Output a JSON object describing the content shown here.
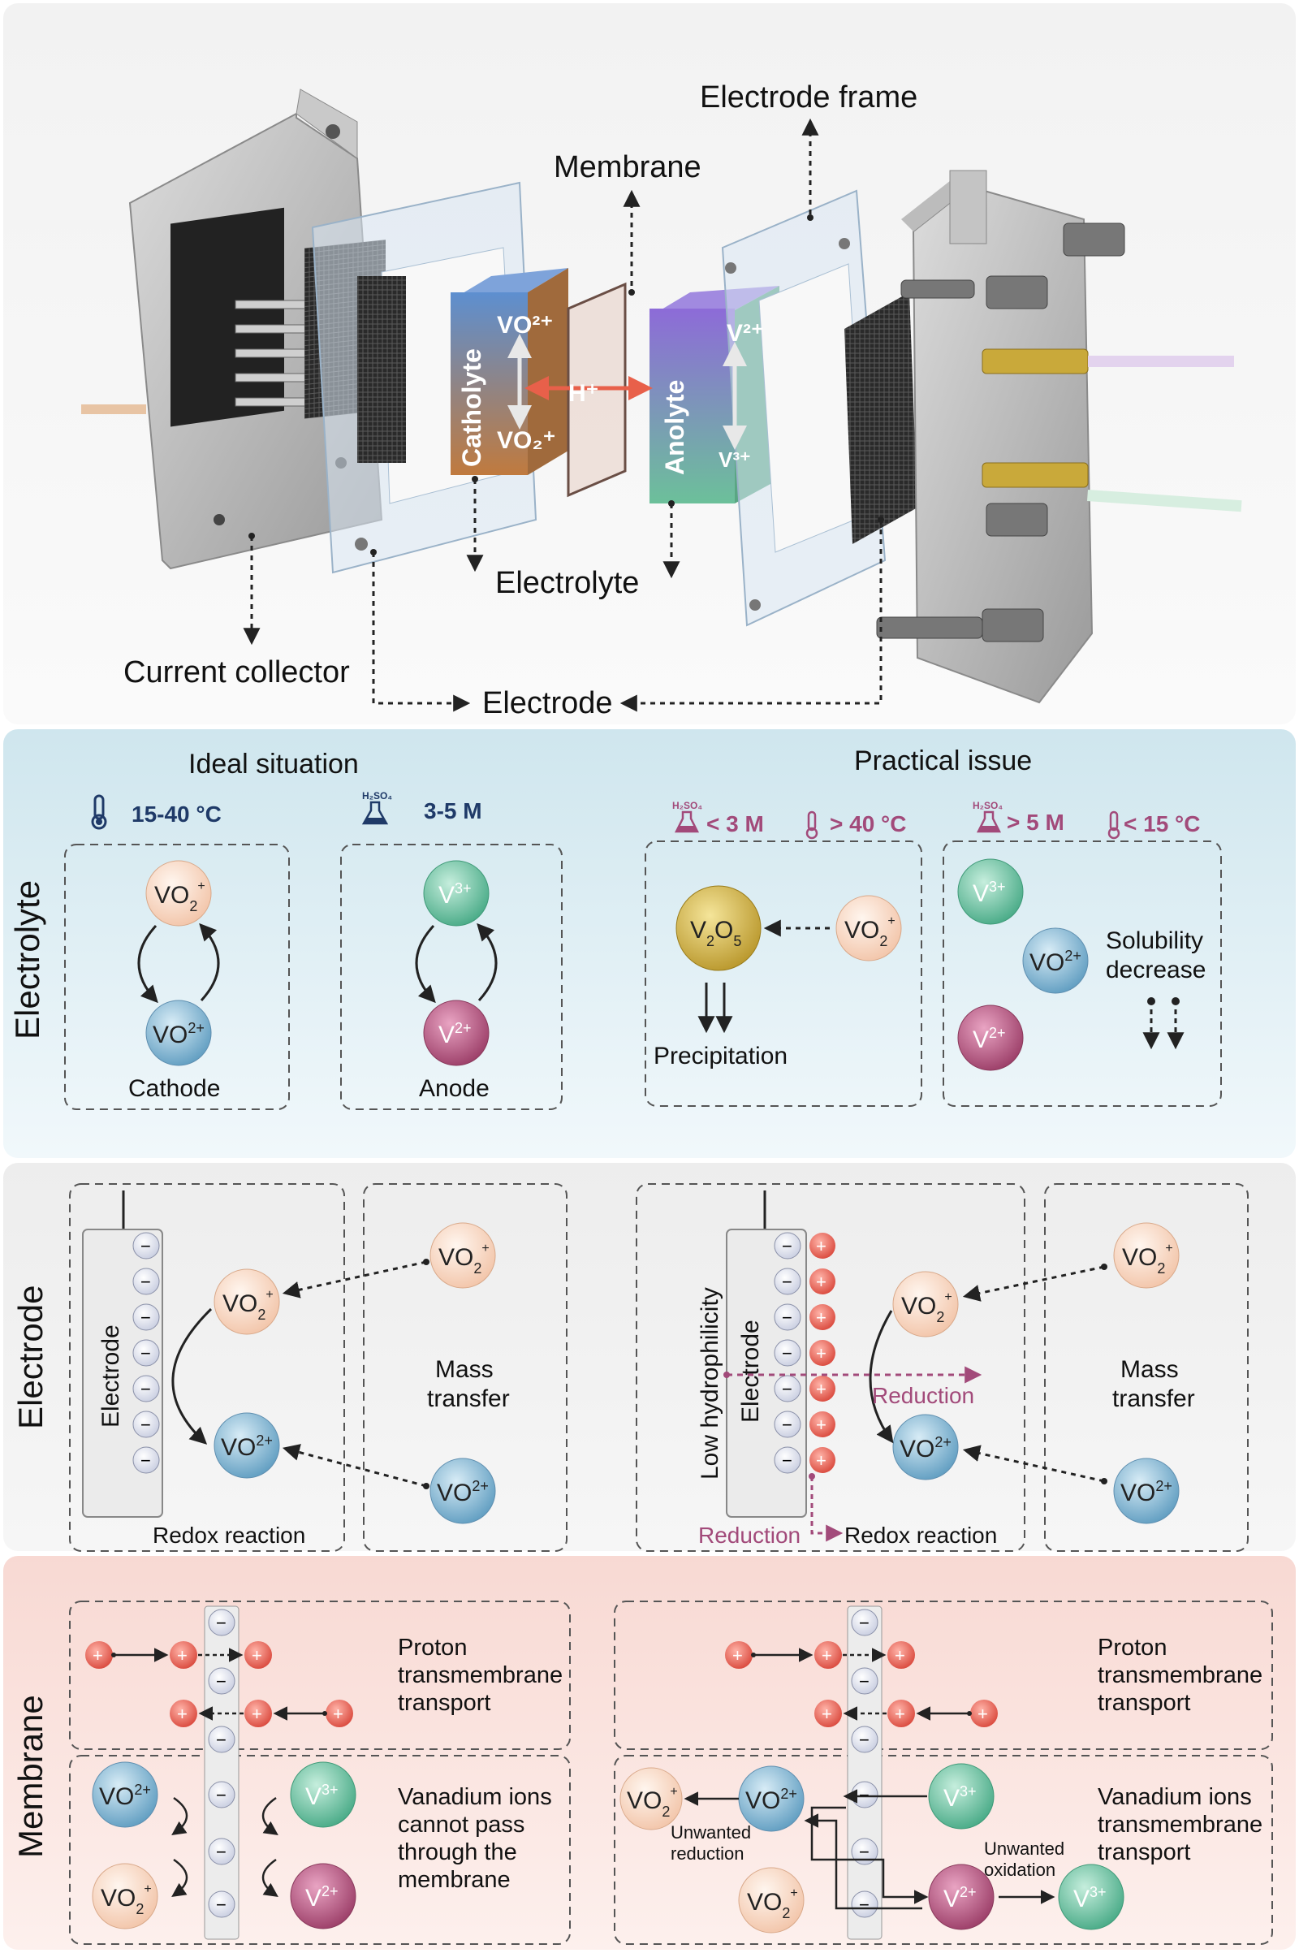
{
  "top": {
    "electrode_frame": "Electrode frame",
    "membrane": "Membrane",
    "electrolyte": "Electrolyte",
    "current_collector": "Current collector",
    "electrode": "Electrode",
    "catholyte": "Catholyte",
    "anolyte": "Anolyte",
    "h_plus": "H⁺",
    "vo2_2plus": "VO²⁺",
    "vo2_plus": "VO₂⁺",
    "v2plus": "V²⁺",
    "v3plus": "V³⁺"
  },
  "electrolyte_panel": {
    "side_label": "Electrolyte",
    "ideal_title": "Ideal situation",
    "practical_title": "Practical issue",
    "temp_ideal": "15-40 °C",
    "acid_ideal": "3-5 M",
    "h2so4": "H₂SO₄",
    "acid_low": "< 3 M",
    "temp_high": "> 40 °C",
    "acid_high": "> 5 M",
    "temp_low": "< 15 °C",
    "cathode": "Cathode",
    "anode": "Anode",
    "precipitation": "Precipitation",
    "solubility_1": "Solubility",
    "solubility_2": "decrease",
    "v2o5": "V₂O₅"
  },
  "electrode_panel": {
    "side_label": "Electrode",
    "electrode_word": "Electrode",
    "redox": "Redox reaction",
    "mass_1": "Mass",
    "mass_2": "transfer",
    "low_hydro": "Low hydrophilicity",
    "reduction": "Reduction",
    "reduction_bottom": "Reduction"
  },
  "membrane_panel": {
    "side_label": "Membrane",
    "proton_1": "Proton",
    "proton_2": "transmembrane",
    "proton_3": "transport",
    "vcannot_1": "Vanadium ions",
    "vcannot_2": "cannot pass",
    "vcannot_3": "through the",
    "vcannot_4": "membrane",
    "vtrans_1": "Vanadium ions",
    "vtrans_2": "transmembrane",
    "vtrans_3": "transport",
    "unwanted_red_1": "Unwanted",
    "unwanted_red_2": "reduction",
    "unwanted_ox_1": "Unwanted",
    "unwanted_ox_2": "oxidation"
  },
  "colors": {
    "vo2plus": "#f7d8c4",
    "vo2_2plus": "#8fbdd6",
    "v3plus": "#7cc7a8",
    "v2plus": "#b8577f",
    "v2o5": "#d4b53a",
    "proton": "#e76a5c",
    "reduction": "#a24a7a",
    "blue_text": "#1f3a68"
  }
}
